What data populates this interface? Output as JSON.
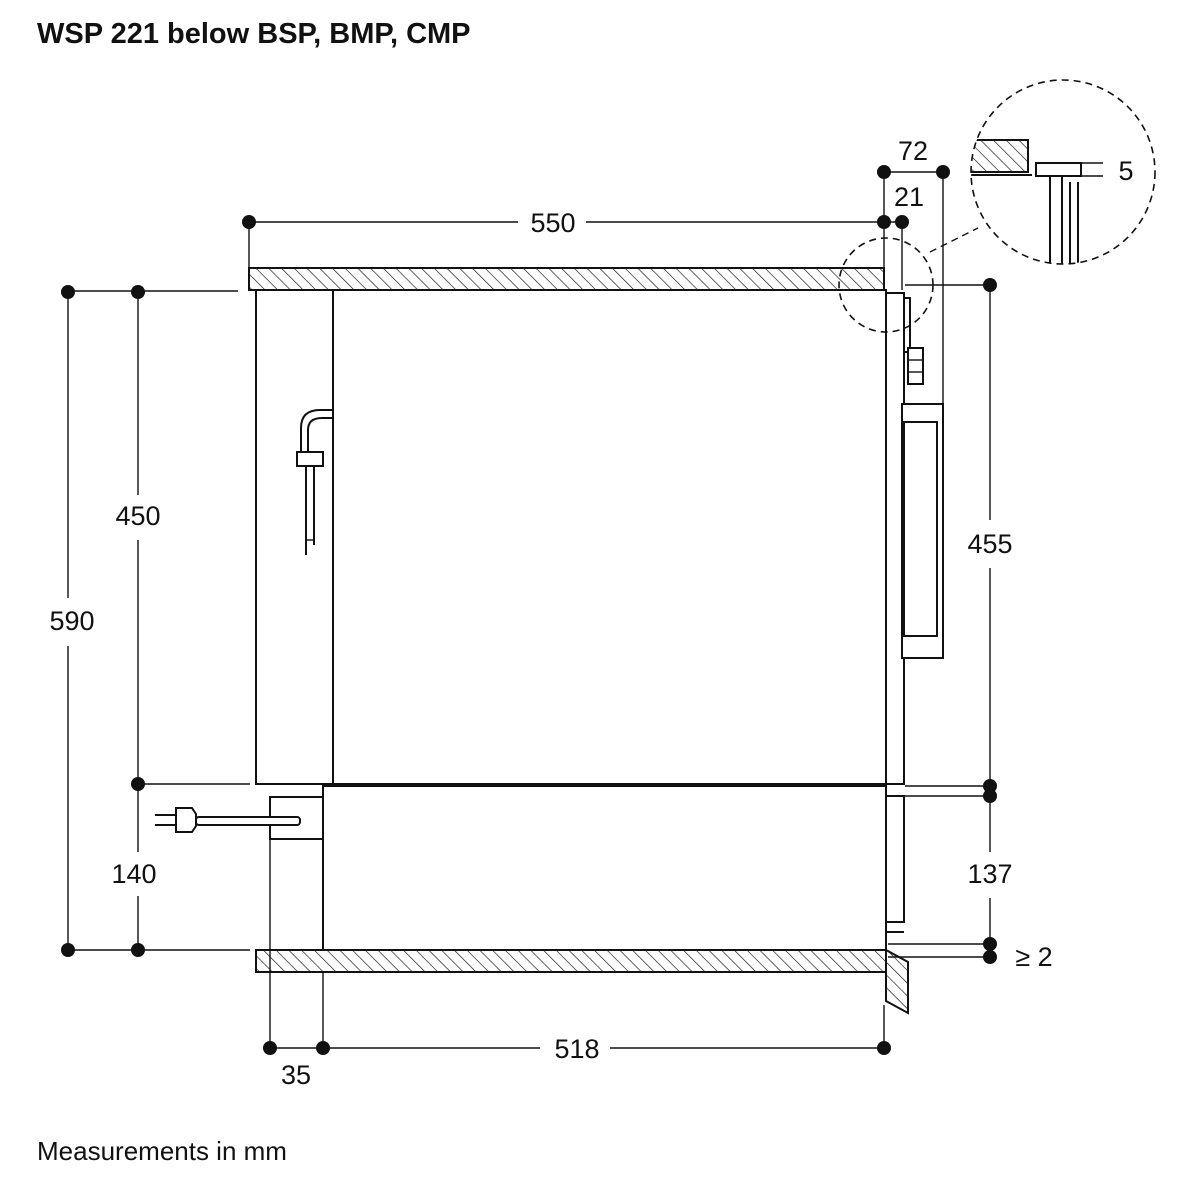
{
  "title": "WSP 221 below BSP, BMP, CMP",
  "footnote": "Measurements in mm",
  "dimensions": {
    "width_top": "550",
    "front_offset_total": "72",
    "front_offset_inner": "21",
    "detail_gap": "5",
    "oven_height": "450",
    "total_height": "590",
    "front_height": "455",
    "drawer_height": "140",
    "drawer_front_height": "137",
    "bottom_gap": "≥ 2",
    "rear_offset": "35",
    "drawer_depth": "518"
  }
}
